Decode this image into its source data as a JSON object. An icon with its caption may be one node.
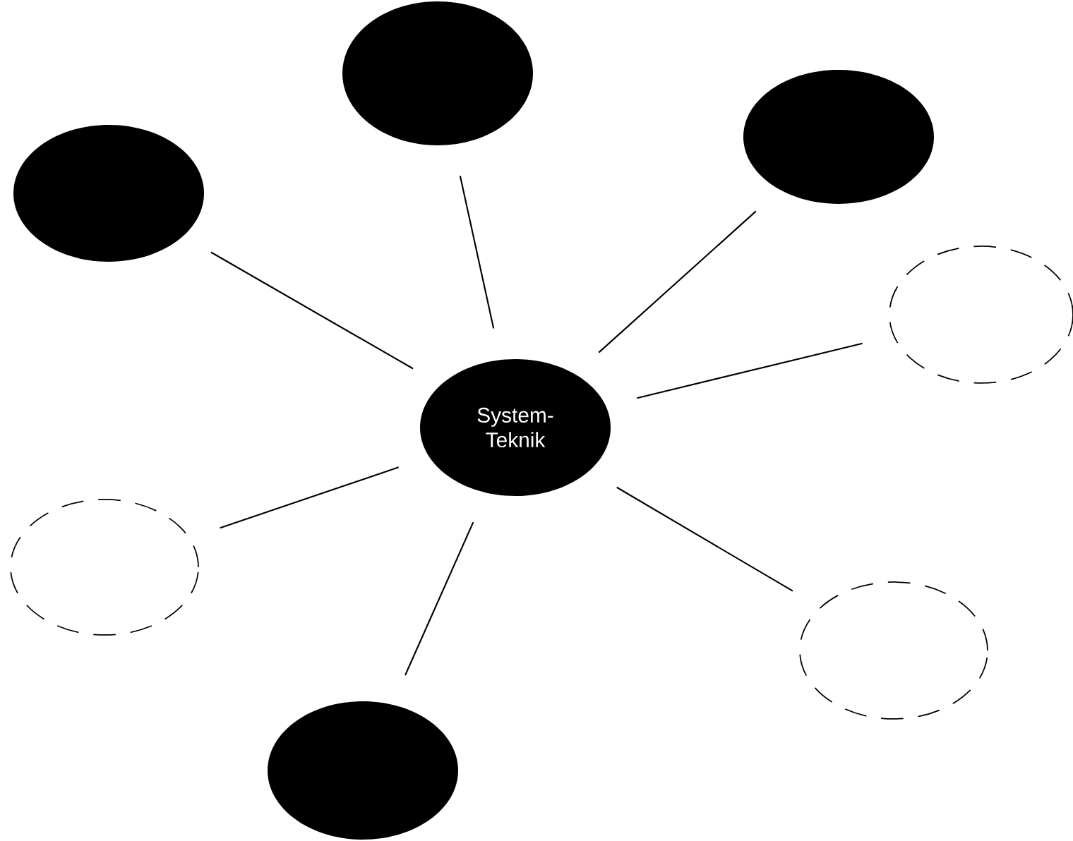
{
  "diagram": {
    "nodes": [
      {
        "text": [],
        "shape": "ellipse"
      },
      {
        "text": [],
        "shape": "ellipse"
      },
      {
        "text": [],
        "shape": "ellipse"
      },
      {
        "text": [],
        "shape": "ellipse"
      },
      {
        "text": [
          "System- Teknik"
        ]
      },
      {
        "text": [],
        "shape": "ellipse"
      },
      {
        "text": [],
        "shape": "ellipse"
      },
      {
        "text": [],
        "shape": "ellipse"
      }
    ],
    "edges": [
      {
        "from": 4,
        "to": 0,
        "arrow": "none"
      },
      {
        "from": 4,
        "to": 1,
        "arrow": "none"
      },
      {
        "from": 4,
        "to": 2,
        "arrow": "none"
      },
      {
        "from": 4,
        "to": 3,
        "arrow": "none"
      },
      {
        "from": 4,
        "to": 5,
        "arrow": "none"
      },
      {
        "from": 4,
        "to": 6,
        "arrow": "none"
      },
      {
        "from": 4,
        "to": 7,
        "arrow": "none"
      }
    ]
  }
}
